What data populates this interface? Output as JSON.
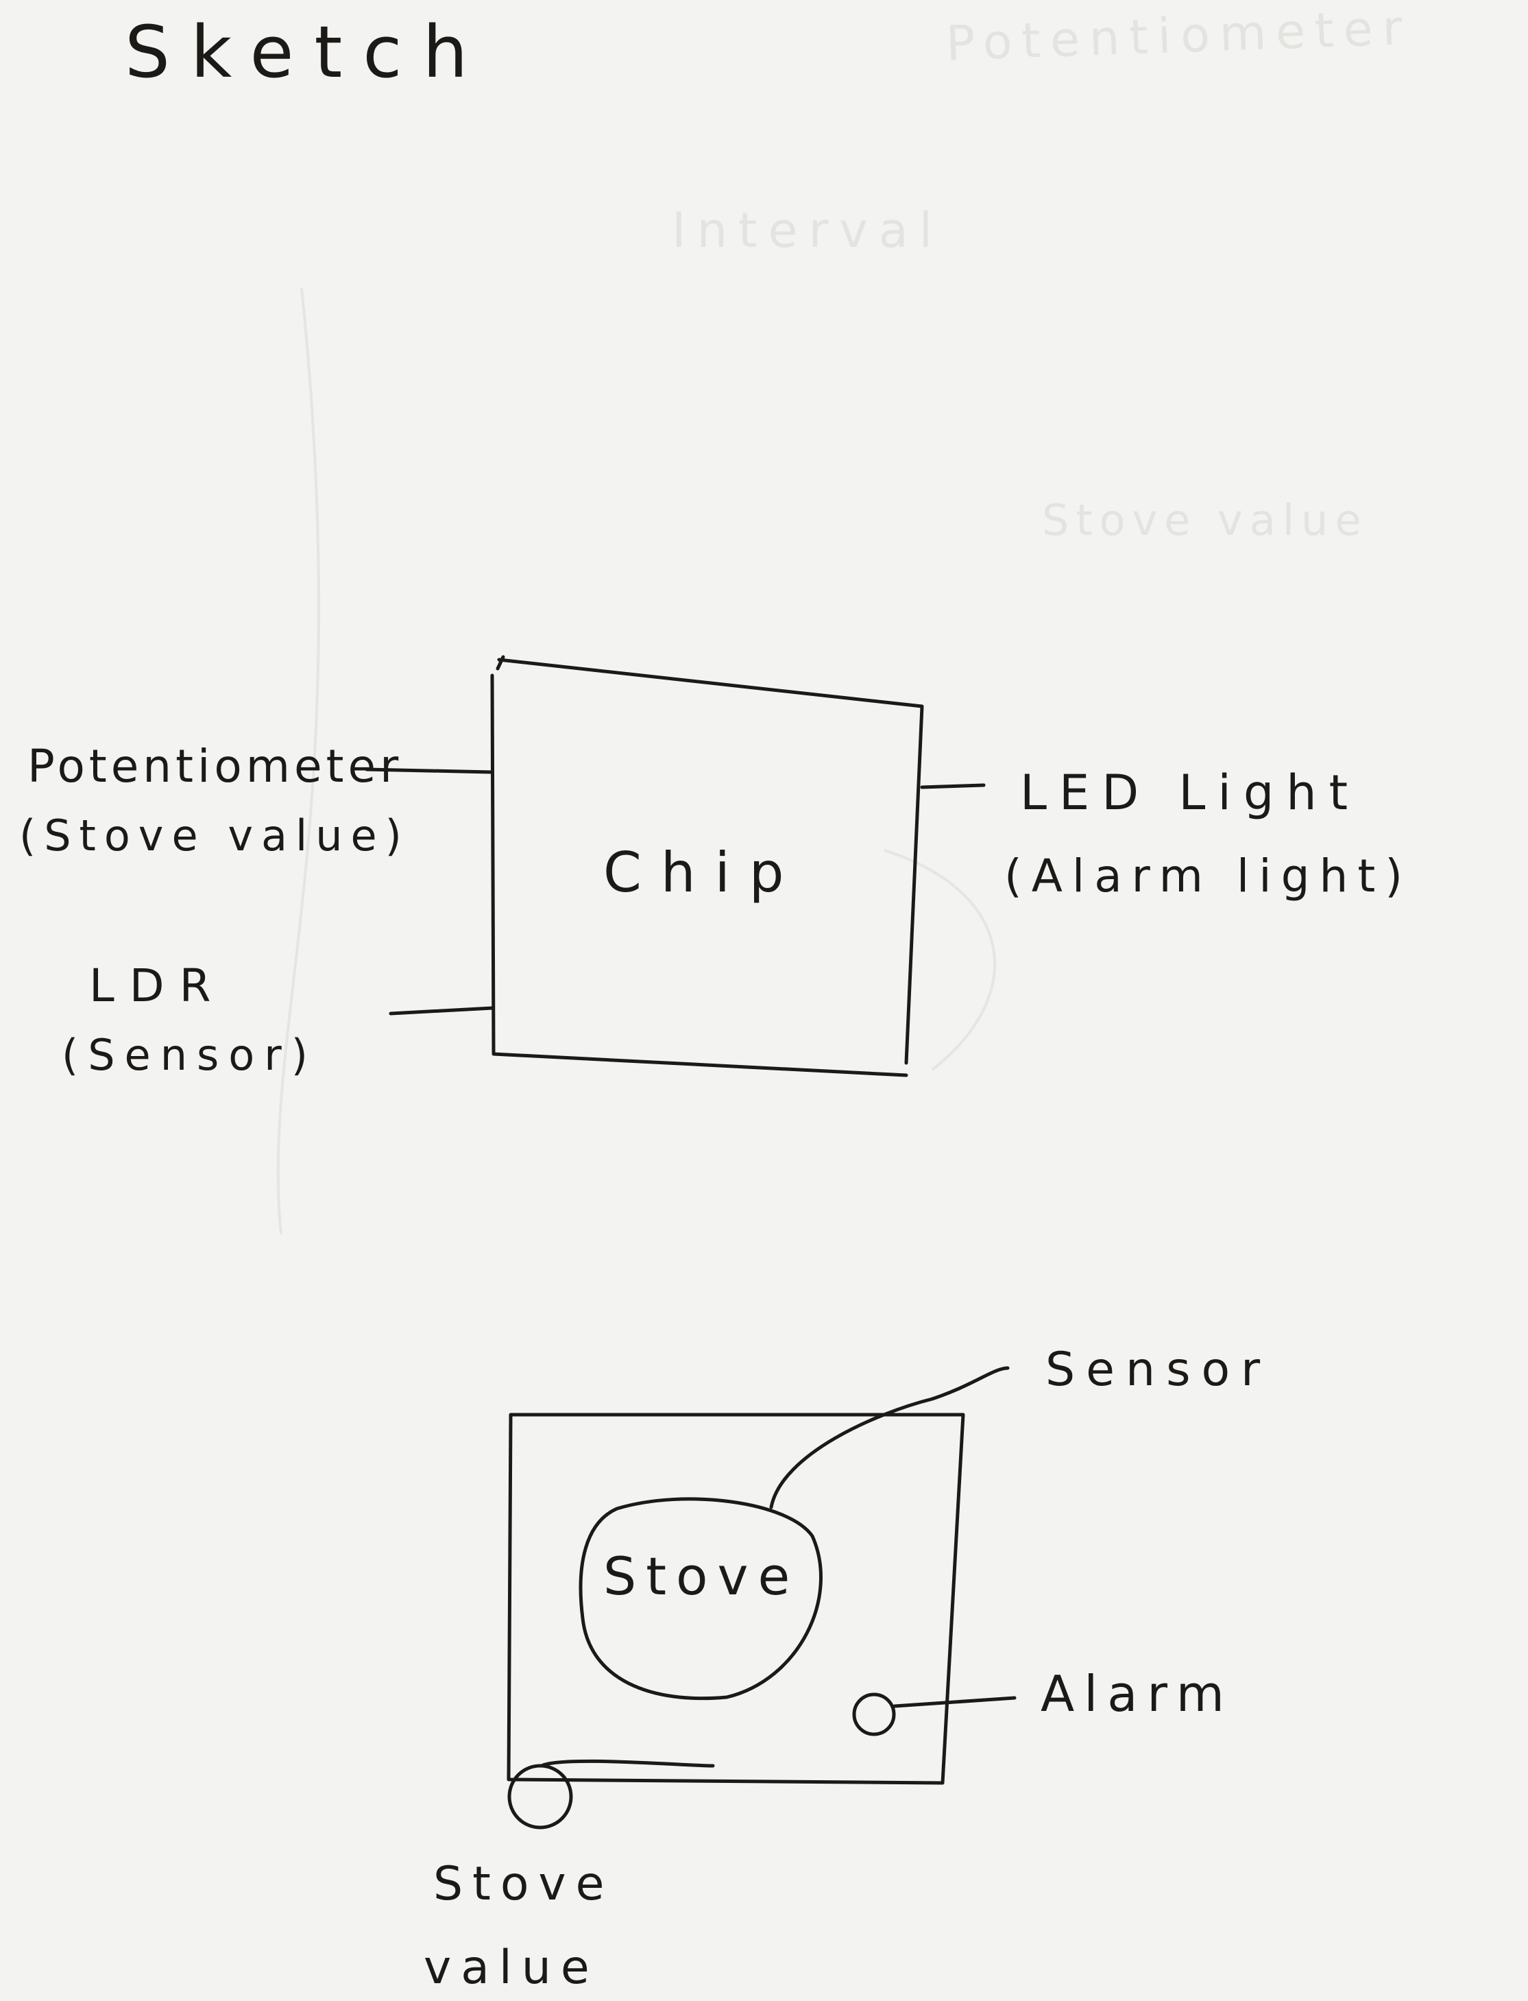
{
  "title": "Sketch",
  "chip_diagram": {
    "chip_label": "Chip",
    "inputs": [
      {
        "name": "Potentiometer",
        "detail": "(Stove value)"
      },
      {
        "name": "LDR",
        "detail": "(Sensor)"
      }
    ],
    "output": {
      "name": "LED Light",
      "detail": "(Alarm light)"
    }
  },
  "stove_diagram": {
    "burner_label": "Stove",
    "sensor_label": "Sensor",
    "alarm_label": "Alarm",
    "knob_label_line1": "Stove",
    "knob_label_line2": "value"
  },
  "bleed_through": [
    "Potentiometer",
    "Stove value",
    "Interval"
  ],
  "colors": {
    "paper": "#f3f3f1",
    "ink": "#1c1a17",
    "bleed": "#d6d6d2"
  }
}
